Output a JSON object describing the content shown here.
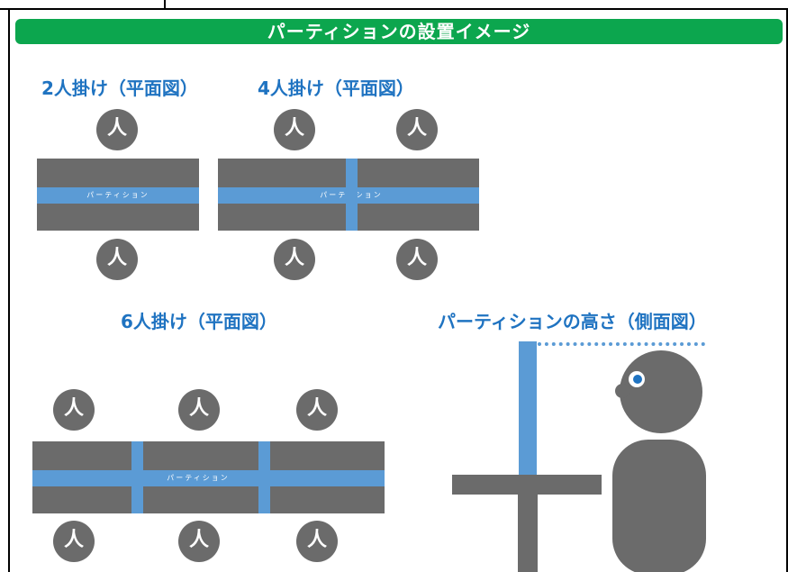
{
  "header": {
    "title": "パーティションの設置イメージ"
  },
  "sections": {
    "two": {
      "title": "2人掛け（平面図）"
    },
    "four": {
      "title": "4人掛け（平面図）"
    },
    "six": {
      "title": "6人掛け（平面図）"
    },
    "side": {
      "title": "パーティションの高さ（側面図）"
    }
  },
  "person_glyph": "人",
  "partition_label": "パーティション",
  "colors": {
    "header_bg": "#0ca64e",
    "title_text": "#1f73c1",
    "gray": "#6b6b6b",
    "partition_blue": "#5b9bd5"
  }
}
